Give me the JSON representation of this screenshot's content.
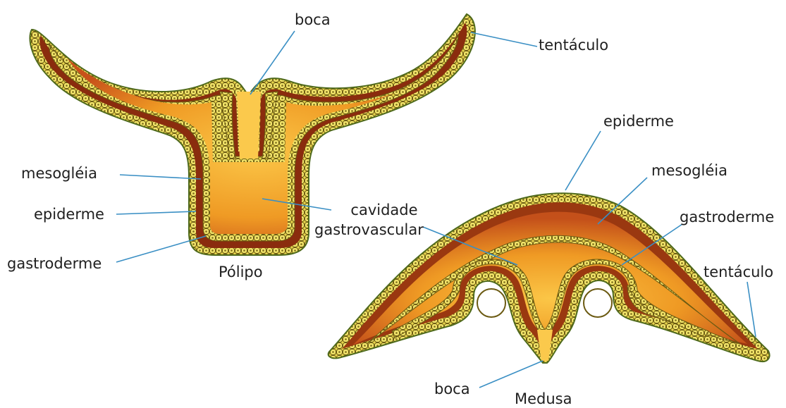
{
  "polyp": {
    "labels": {
      "boca": "boca",
      "tentaculo": "tentáculo",
      "mesogleia": "mesogléia",
      "epiderme": "epiderme",
      "gastroderme": "gastroderme",
      "cavidade_line1": "cavidade",
      "cavidade_line2": "gastrovascular",
      "caption": "Pólipo"
    }
  },
  "medusa": {
    "labels": {
      "epiderme": "epiderme",
      "mesogleia": "mesogléia",
      "gastroderme": "gastroderme",
      "tentaculo": "tentáculo",
      "boca": "boca",
      "caption": "Medusa"
    }
  },
  "colors": {
    "epidermis": "#e6d24a",
    "cell_outline": "#6b5a12",
    "mesoglea": "#8c2a0c",
    "body_fill": "#e8901e",
    "cavity": "#f7b335",
    "leader": "#3a8fc4"
  }
}
